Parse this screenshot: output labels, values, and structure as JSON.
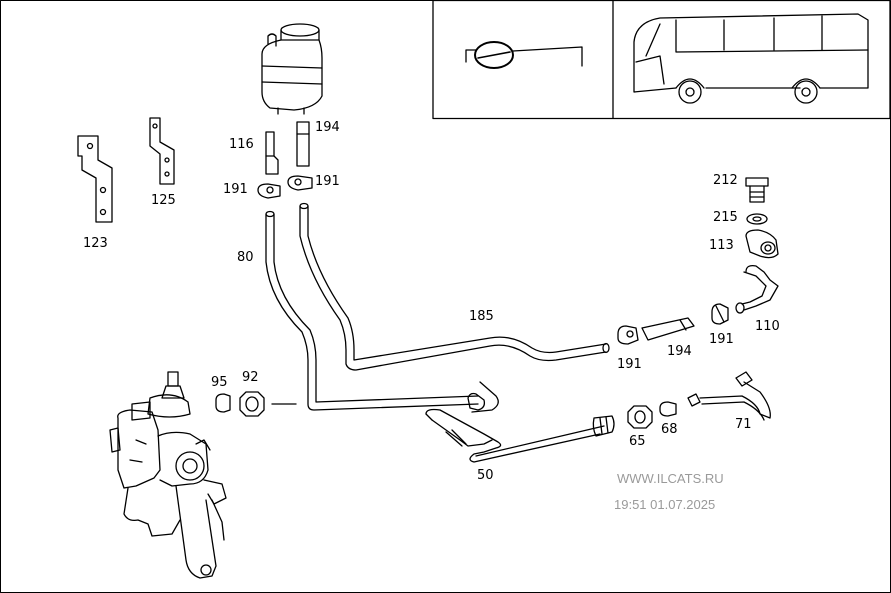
{
  "part_labels": {
    "p123": "123",
    "p125": "125",
    "p116": "116",
    "p194a": "194",
    "p191a": "191",
    "p191b": "191",
    "p80": "80",
    "p185": "185",
    "p212": "212",
    "p215": "215",
    "p113": "113",
    "p110": "110",
    "p191c": "191",
    "p194b": "194",
    "p191d": "191",
    "p95": "95",
    "p92": "92",
    "p65": "65",
    "p68": "68",
    "p71": "71",
    "p50": "50"
  },
  "watermark": {
    "site": "WWW.ILCATS.RU",
    "datetime": "19:51 01.07.2025"
  }
}
